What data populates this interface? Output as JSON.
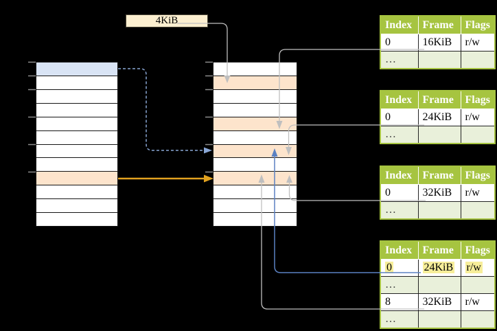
{
  "page_size_label": "4KiB",
  "colors": {
    "canvas-bg": "#000000",
    "row-white": "#ffffff",
    "row-blue": "#d9e4f5",
    "row-orange": "#fde4cc",
    "table-border": "#141414",
    "green-header": "#a6c440",
    "green-light": "#e9f0da",
    "highlight-yellow": "#f7ee9a",
    "line-gray": "#bfbfbf",
    "line-blue": "#5b81c2",
    "line-blue-dashed": "#8aa7d6",
    "line-orange": "#e2a21f",
    "tick-gray": "#8c8c8c",
    "box-cream": "#fcefd0"
  },
  "virtual_memory": {
    "name": "virtual-memory-column",
    "rows": [
      "blue",
      "white",
      "white",
      "white",
      "white",
      "white",
      "white",
      "white",
      "orange",
      "white",
      "white",
      "white"
    ]
  },
  "physical_memory": {
    "name": "physical-memory-column",
    "rows": [
      "white",
      "orange",
      "white",
      "white",
      "orange",
      "white",
      "orange",
      "white",
      "orange",
      "white",
      "white",
      "white"
    ]
  },
  "page_tables": [
    {
      "name": "page-table-16kib",
      "headers": [
        "Index",
        "Frame",
        "Flags"
      ],
      "rows": [
        {
          "cells": [
            "0",
            "16KiB",
            "r/w"
          ],
          "shaded": false,
          "highlight": false
        },
        {
          "cells": [
            "…",
            "",
            ""
          ],
          "shaded": true,
          "highlight": false
        }
      ]
    },
    {
      "name": "page-table-24kib",
      "headers": [
        "Index",
        "Frame",
        "Flags"
      ],
      "rows": [
        {
          "cells": [
            "0",
            "24KiB",
            "r/w"
          ],
          "shaded": false,
          "highlight": false
        },
        {
          "cells": [
            "…",
            "",
            ""
          ],
          "shaded": true,
          "highlight": false
        }
      ]
    },
    {
      "name": "page-table-32kib",
      "headers": [
        "Index",
        "Frame",
        "Flags"
      ],
      "rows": [
        {
          "cells": [
            "0",
            "32KiB",
            "r/w"
          ],
          "shaded": false,
          "highlight": false
        },
        {
          "cells": [
            "…",
            "",
            ""
          ],
          "shaded": true,
          "highlight": false
        }
      ]
    },
    {
      "name": "level-2-page-table",
      "headers": [
        "Index",
        "Frame",
        "Flags"
      ],
      "rows": [
        {
          "cells": [
            "0",
            "24KiB",
            "r/w"
          ],
          "shaded": false,
          "highlight": true
        },
        {
          "cells": [
            "…",
            "",
            ""
          ],
          "shaded": true,
          "highlight": false
        },
        {
          "cells": [
            "8",
            "32KiB",
            "r/w"
          ],
          "shaded": false,
          "highlight": false
        },
        {
          "cells": [
            "…",
            "",
            ""
          ],
          "shaded": true,
          "highlight": false
        }
      ]
    }
  ]
}
